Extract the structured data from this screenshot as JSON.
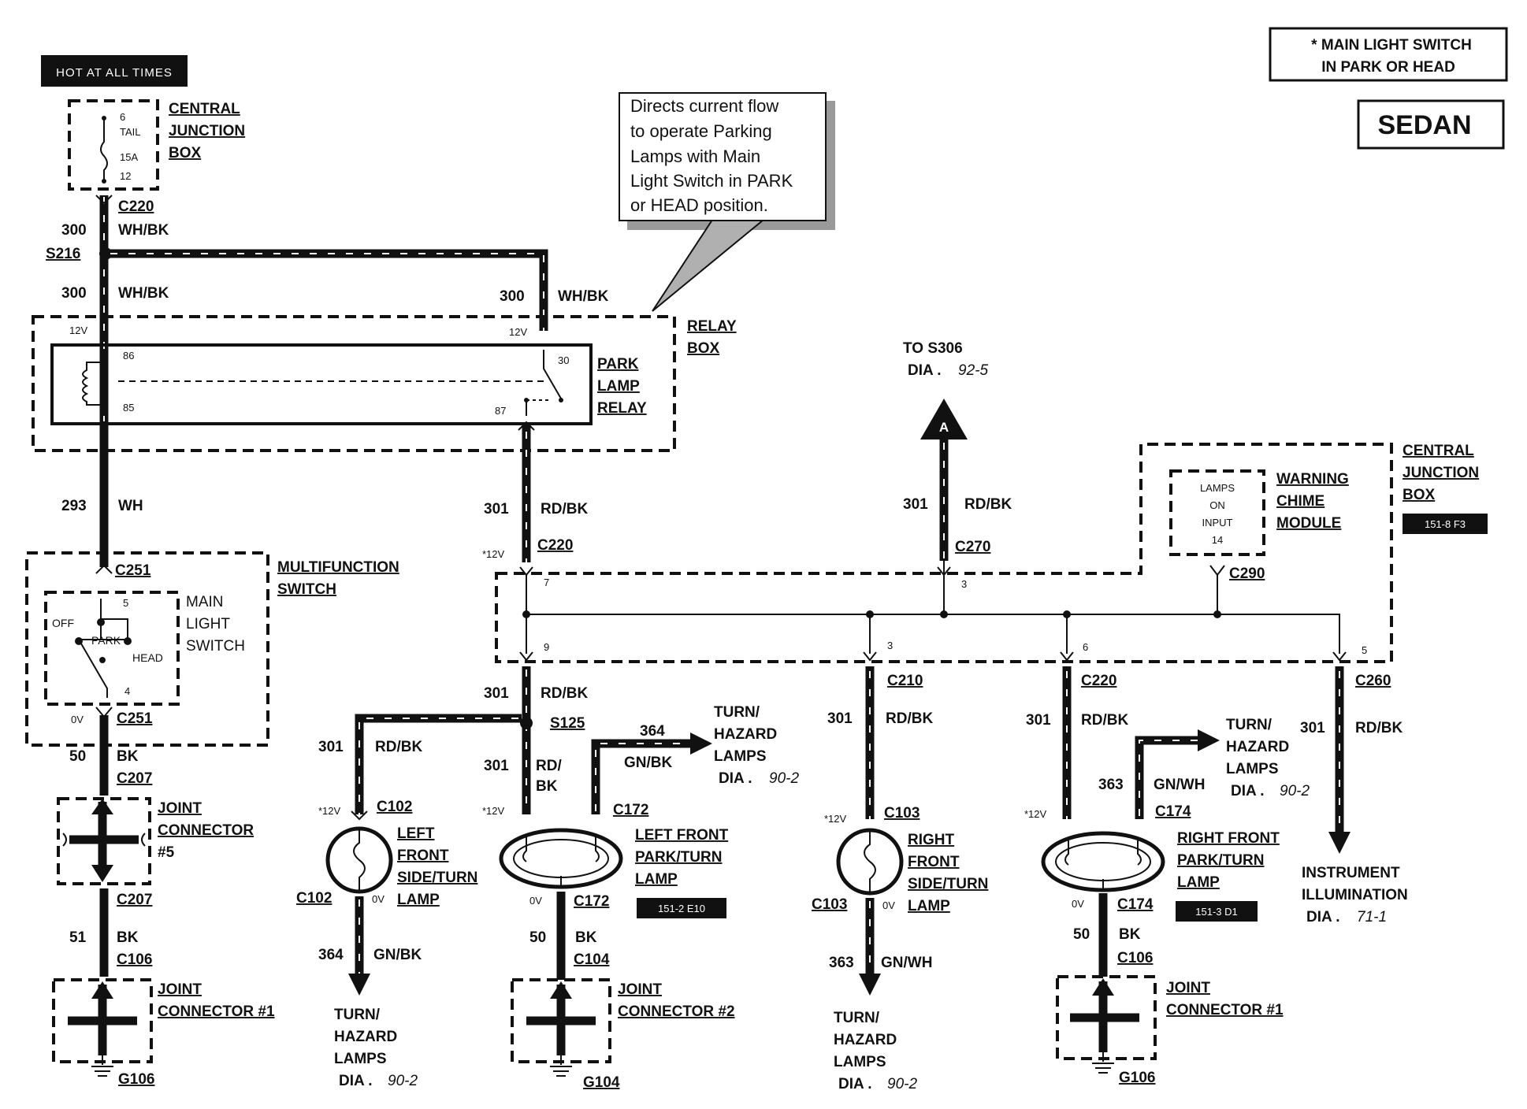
{
  "header": {
    "hot_label": "HOT AT ALL TIMES",
    "note_line1": "* MAIN LIGHT SWITCH",
    "note_line2": "IN PARK OR HEAD",
    "variant": "SEDAN"
  },
  "callout": {
    "lines": [
      "Directs current flow",
      "to operate Parking",
      "Lamps with Main",
      "Light Switch in PARK",
      "or HEAD position."
    ]
  },
  "fuse": {
    "pin_top": "6",
    "name": "TAIL",
    "rating": "15A",
    "pin_bottom": "12"
  },
  "labels": {
    "cjb1": "CENTRAL",
    "cjb2": "JUNCTION",
    "cjb3": "BOX",
    "c220_top": "C220",
    "w300a": "300",
    "whbk_a": "WH/BK",
    "s216": "S216",
    "w300b": "300",
    "whbk_b": "WH/BK",
    "w300c": "300",
    "whbk_c": "WH/BK",
    "relaybox1": "RELAY",
    "relaybox2": "BOX",
    "v12a": "12V",
    "v12b": "12V",
    "p86": "86",
    "p85": "85",
    "p30": "30",
    "p87": "87",
    "relay1": "PARK",
    "relay2": "LAMP",
    "relay3": "RELAY",
    "w293": "293",
    "wh": "WH",
    "c251a": "C251",
    "mfs1": "MULTIFUNCTION",
    "mfs2": "SWITCH",
    "mls1": "MAIN",
    "mls2": "LIGHT",
    "mls3": "SWITCH",
    "off": "OFF",
    "park": "PARK",
    "head": "HEAD",
    "sp5": "5",
    "sp4": "4",
    "v0a": "0V",
    "c251b": "C251",
    "w50a": "50",
    "bk_a": "BK",
    "c207a": "C207",
    "jc5a": "JOINT",
    "jc5b": "CONNECTOR",
    "jc5c": "#5",
    "c207b": "C207",
    "w51": "51",
    "bk_b": "BK",
    "c106a": "C106",
    "jc1a": "JOINT",
    "jc1b": "CONNECTOR #1",
    "g106a": "G106",
    "tos306": "TO S306",
    "dia925": "DIA .",
    "dia925r": "92-5",
    "arrowA": "A",
    "w301a": "301",
    "rdbk_a": "RD/BK",
    "c220b": "C220",
    "v12c": "*12V",
    "w301b": "301",
    "rdbk_b": "RD/BK",
    "c270": "C270",
    "cjb2_1": "CENTRAL",
    "cjb2_2": "JUNCTION",
    "cjb2_3": "BOX",
    "ref1518": "151-8 F3",
    "wcm_in1": "LAMPS",
    "wcm_in2": "ON",
    "wcm_in3": "INPUT",
    "wcm_in4": "14",
    "wcm1": "WARNING",
    "wcm2": "CHIME",
    "wcm3": "MODULE",
    "c290": "C290",
    "pin7": "7",
    "pin3t": "3",
    "pin9": "9",
    "pin3b": "3",
    "pin6": "6",
    "pin5": "5",
    "w301c": "301",
    "rdbk_c": "RD/BK",
    "s125": "S125",
    "w301d": "301",
    "rdbk_d": "RD/BK",
    "w301e": "301",
    "rd_e": "RD/",
    "bk_e": "BK",
    "w364a": "364",
    "gnbk_a": "GN/BK",
    "th1a": "TURN/",
    "th1b": "HAZARD",
    "th1c": "LAMPS",
    "th1d": "DIA .",
    "th1r": "90-2",
    "v12d": "*12V",
    "c102a": "C102",
    "v12e": "*12V",
    "c172a": "C172",
    "lfs1": "LEFT",
    "lfs2": "FRONT",
    "lfs3": "SIDE/TURN",
    "lfs4": "LAMP",
    "lfp1": "LEFT FRONT",
    "lfp2": "PARK/TURN",
    "lfp3": "LAMP",
    "ref1512": "151-2 E10",
    "c102b": "C102",
    "v0b": "0V",
    "v0c": "0V",
    "c172b": "C172",
    "w364b": "364",
    "gnbk_b": "GN/BK",
    "th2a": "TURN/",
    "th2b": "HAZARD",
    "th2c": "LAMPS",
    "th2d": "DIA .",
    "th2r": "90-2",
    "w50b": "50",
    "bk_f": "BK",
    "c104": "C104",
    "jc2a": "JOINT",
    "jc2b": "CONNECTOR #2",
    "g104": "G104",
    "c210": "C210",
    "w301f": "301",
    "rdbk_f": "RD/BK",
    "v12f": "*12V",
    "c103a": "C103",
    "rfs1": "RIGHT",
    "rfs2": "FRONT",
    "rfs3": "SIDE/TURN",
    "rfs4": "LAMP",
    "c103b": "C103",
    "v0d": "0V",
    "w363a": "363",
    "gnwh_a": "GN/WH",
    "th3a": "TURN/",
    "th3b": "HAZARD",
    "th3c": "LAMPS",
    "th3d": "DIA .",
    "th3r": "90-2",
    "c220c": "C220",
    "w301g": "301",
    "rdbk_g": "RD/BK",
    "w363b": "363",
    "gnwh_b": "GN/WH",
    "th4a": "TURN/",
    "th4b": "HAZARD",
    "th4c": "LAMPS",
    "th4d": "DIA .",
    "th4r": "90-2",
    "v12g": "*12V",
    "c174a": "C174",
    "rfp1": "RIGHT FRONT",
    "rfp2": "PARK/TURN",
    "rfp3": "LAMP",
    "ref1513": "151-3 D1",
    "v0e": "0V",
    "c174b": "C174",
    "w50c": "50",
    "bk_g": "BK",
    "c106b": "C106",
    "jc1c": "JOINT",
    "jc1d": "CONNECTOR #1",
    "g106b": "G106",
    "c260": "C260",
    "w301h": "301",
    "rdbk_h": "RD/BK",
    "ii1": "INSTRUMENT",
    "ii2": "ILLUMINATION",
    "ii3": "DIA .",
    "ii3r": "71-1"
  }
}
